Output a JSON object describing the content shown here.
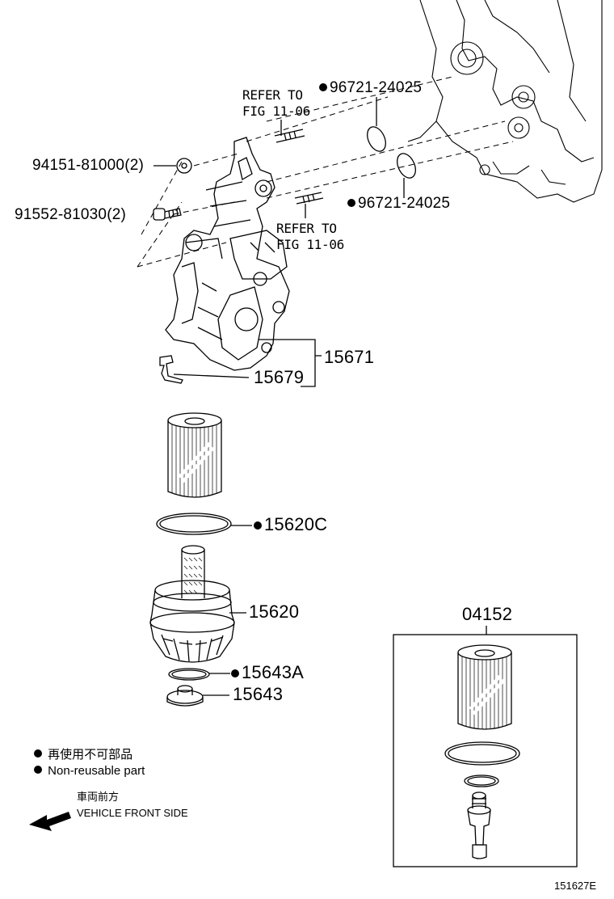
{
  "parts": {
    "p96721_top": "96721-24025",
    "p96721_mid": "96721-24025",
    "refer_top_1": "REFER TO",
    "refer_top_2": "FIG 11-06",
    "refer_mid_1": "REFER TO",
    "refer_mid_2": "FIG 11-06",
    "p94151": "94151-81000(2)",
    "p91552": "91552-81030(2)",
    "p15671": "15671",
    "p15679": "15679",
    "p15620C": "15620C",
    "p15620": "15620",
    "p15643A": "15643A",
    "p15643": "15643",
    "p04152": "04152"
  },
  "legend": {
    "jp_nonreusable": "再使用不可部品",
    "en_nonreusable": "Non-reusable part",
    "jp_front": "車両前方",
    "en_front": "VEHICLE FRONT SIDE"
  },
  "figure_id": "151627E",
  "icons": [
    "non-reusable-dot-icon",
    "front-arrow-icon"
  ]
}
